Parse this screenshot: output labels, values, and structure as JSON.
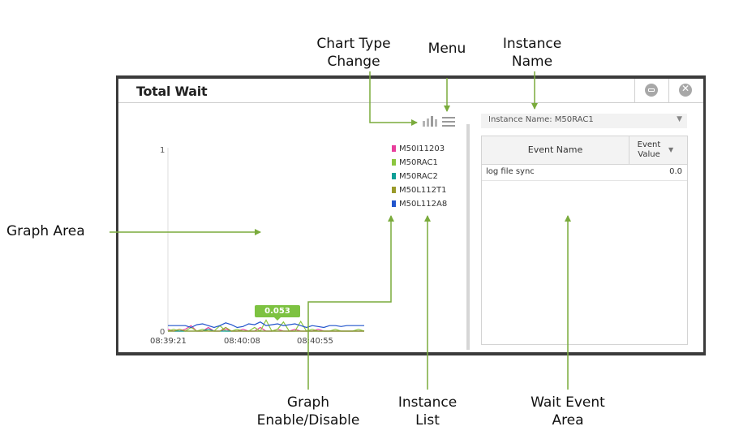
{
  "callouts": {
    "chart_type_change": "Chart Type\nChange",
    "menu": "Menu",
    "instance_name": "Instance\nName",
    "graph_area": "Graph Area",
    "graph_enable_disable": "Graph\nEnable/Disable",
    "instance_list": "Instance\nList",
    "wait_event_area": "Wait Event\nArea",
    "arrow_color": "#7aab3c"
  },
  "window": {
    "title": "Total Wait",
    "minimize_icon": "minimize-icon",
    "close_icon": "close-icon"
  },
  "toolbar": {
    "chart_type_icon": "bar-chart-icon",
    "menu_icon": "hamburger-menu-icon"
  },
  "graph": {
    "y_max_label": "1",
    "y_min_label": "0",
    "x_labels": [
      "08:39:21",
      "08:40:08",
      "08:40:55"
    ],
    "tooltip_value": "0.053"
  },
  "legend": {
    "items": [
      {
        "label": "M50I11203",
        "color": "#e83e9c"
      },
      {
        "label": "M50RAC1",
        "color": "#8cc63f"
      },
      {
        "label": "M50RAC2",
        "color": "#0e9f97"
      },
      {
        "label": "M50L112T1",
        "color": "#9a9a2a"
      },
      {
        "label": "M50L112A8",
        "color": "#2255cc"
      }
    ]
  },
  "instance_selector": {
    "label": "Instance Name:",
    "value": "M50RAC1"
  },
  "event_table": {
    "col_name": "Event Name",
    "col_value": "Event\nValue",
    "rows": [
      {
        "name": "log file sync",
        "value": "0.0"
      }
    ]
  },
  "chart_data": {
    "type": "line",
    "title": "Total Wait",
    "ylim": [
      0,
      1
    ],
    "x_tick_labels": [
      "08:39:21",
      "08:40:08",
      "08:40:55"
    ],
    "series": [
      {
        "name": "M50I11203",
        "color": "#e83e9c",
        "values": [
          0.01,
          0.0,
          0.0,
          0.01,
          0.03,
          0.0,
          0.0,
          0.02,
          0.0,
          0.0,
          0.01,
          0.0,
          0.0,
          0.01,
          0.0,
          0.0,
          0.02,
          0.0,
          0.0,
          0.01,
          0.0,
          0.0,
          0.01,
          0.0,
          0.0,
          0.0,
          0.01,
          0.0,
          0.0,
          0.0,
          0.0,
          0.0,
          0.0,
          0.0,
          0.0
        ]
      },
      {
        "name": "M50RAC1",
        "color": "#8cc63f",
        "values": [
          0.0,
          0.01,
          0.0,
          0.0,
          0.02,
          0.0,
          0.01,
          0.0,
          0.0,
          0.03,
          0.0,
          0.0,
          0.01,
          0.0,
          0.0,
          0.02,
          0.0,
          0.06,
          0.0,
          0.01,
          0.05,
          0.0,
          0.0,
          0.053,
          0.0,
          0.01,
          0.0,
          0.0,
          0.0,
          0.01,
          0.0,
          0.0,
          0.0,
          0.01,
          0.0
        ]
      },
      {
        "name": "M50RAC2",
        "color": "#0e9f97",
        "values": [
          0.0,
          0.0,
          0.0,
          0.0,
          0.0,
          0.0,
          0.0,
          0.01,
          0.0,
          0.0,
          0.0,
          0.0,
          0.0,
          0.0,
          0.0,
          0.0,
          0.0,
          0.0,
          0.0,
          0.0,
          0.0,
          0.0,
          0.0,
          0.0,
          0.0,
          0.0,
          0.0,
          0.0,
          0.0,
          0.0,
          0.0,
          0.0,
          0.0,
          0.0,
          0.0
        ]
      },
      {
        "name": "M50L112T1",
        "color": "#9a9a2a",
        "values": [
          0.0,
          0.0,
          0.01,
          0.0,
          0.0,
          0.0,
          0.0,
          0.0,
          0.0,
          0.0,
          0.02,
          0.0,
          0.0,
          0.0,
          0.0,
          0.0,
          0.0,
          0.0,
          0.0,
          0.0,
          0.0,
          0.0,
          0.0,
          0.0,
          0.0,
          0.0,
          0.0,
          0.0,
          0.0,
          0.0,
          0.0,
          0.0,
          0.0,
          0.0,
          0.0
        ]
      },
      {
        "name": "M50L112A8",
        "color": "#2255cc",
        "values": [
          0.03,
          0.03,
          0.03,
          0.03,
          0.02,
          0.035,
          0.04,
          0.03,
          0.02,
          0.03,
          0.045,
          0.035,
          0.02,
          0.025,
          0.04,
          0.035,
          0.05,
          0.03,
          0.035,
          0.04,
          0.03,
          0.035,
          0.04,
          0.03,
          0.02,
          0.03,
          0.025,
          0.02,
          0.03,
          0.03,
          0.025,
          0.03,
          0.03,
          0.03,
          0.03
        ]
      }
    ]
  }
}
